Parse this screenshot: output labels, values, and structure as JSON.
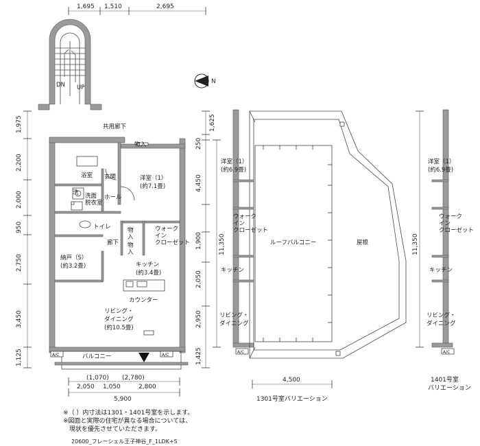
{
  "top_dims": [
    "1,695",
    "1,510",
    "2,695"
  ],
  "left_dims": [
    "1,975",
    "2,200",
    "2,000",
    "950",
    "2,750",
    "3,450",
    "1,125"
  ],
  "right_dims_outer": [
    "1,625",
    "250",
    "4,450",
    "1,900",
    "2,050",
    "2,950",
    "1,425"
  ],
  "right_dim_total": "11,350",
  "right_var_total": "11,350",
  "bottom_dims": {
    "paren_row": [
      "(1,070)",
      "(2,780)"
    ],
    "row": [
      "2,050",
      "1,050",
      "2,800"
    ],
    "total": "5,900"
  },
  "stair": {
    "dn": "DN",
    "up": "UP"
  },
  "north": "N",
  "corridor": "共用廊下",
  "rooms": {
    "entrance_storage": "物入",
    "bath": "浴室",
    "genkan": "玄関",
    "hall": "ホール",
    "washer": "洗",
    "washroom": "洗面\n脱衣室",
    "toilet": "トイレ",
    "bedroom1": "洋室（1）\n(約7.1畳)",
    "storage1": "物\n入",
    "storage2": "物\n入",
    "walkin": "ウォーク\nイン\nクローゼット",
    "corridor_inner": "廊下",
    "nando": "納戸（S）\n(約3.2畳)",
    "kitchen": "キッチン\n(約3.4畳)",
    "counter": "カウンター",
    "living": "リビング・\nダイニング\n(約10.5畳)",
    "balcony": "バルコニー",
    "ac1": "A/C",
    "ac2": "A/C"
  },
  "var1301": {
    "bedroom": "洋室（1）\n(約6.9畳)",
    "walkin": "ウォーク\nイン\nクローゼット",
    "kitchen": "キッチン",
    "living": "リビング・\nダイニング",
    "roof_balcony": "ルーフバルコニー",
    "roof": "屋根",
    "width": "4,500",
    "caption": "1301号室バリエーション",
    "ac": "A/C"
  },
  "var1401": {
    "bedroom": "洋室（1）\n(約6.9畳)",
    "walkin": "ウォーク\nイン\nクローゼット",
    "kitchen": "キッチン",
    "living": "リビング・\nダイニング",
    "caption": "1401号室\nバリエーション",
    "ac": "A/C"
  },
  "notes": [
    "※（ ）内寸法は1301・1401号室を示します。",
    "※図面と実際の住宅が異なる場合については、",
    "　現状を優先させていただきます。"
  ],
  "footer": "20600_フレーシェル王子神谷_F_1LDK+S"
}
